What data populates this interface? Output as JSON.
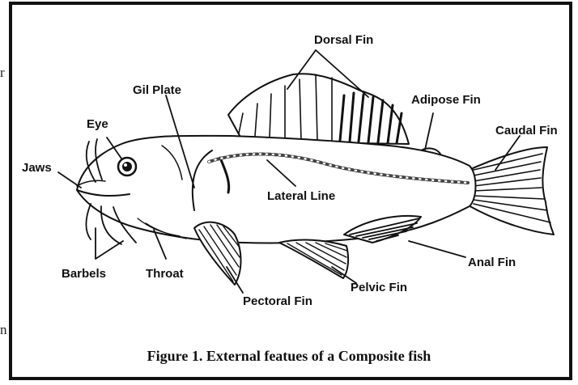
{
  "page_fragments": {
    "top": "r",
    "bottom": "n"
  },
  "labels": {
    "dorsal_fin": "Dorsal Fin",
    "gil_plate": "Gil Plate",
    "adipose_fin": "Adipose Fin",
    "eye": "Eye",
    "caudal_fin": "Caudal Fin",
    "jaws": "Jaws",
    "lateral_line": "Lateral Line",
    "barbels": "Barbels",
    "throat": "Throat",
    "anal_fin": "Anal Fin",
    "pelvic_fin": "Pelvic Fin",
    "pectoral_fin": "Pectoral Fin"
  },
  "caption": "Figure 1. External featues of a  Composite fish"
}
